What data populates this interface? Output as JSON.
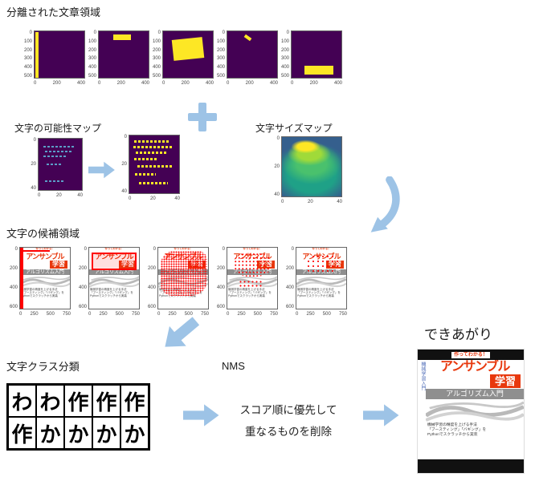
{
  "page": {
    "section_separated": "分離された文章領域",
    "label_prob_map": "文字の可能性マップ",
    "label_size_map": "文字サイズマップ",
    "label_candidates": "文字の候補領域",
    "label_classify": "文字クラス分類",
    "label_nms": "NMS",
    "nms_desc_line1": "スコア順に優先して",
    "nms_desc_line2": "重なるものを削除",
    "label_result": "できあがり",
    "plus_sign": "+"
  },
  "axes": {
    "region_y": [
      "0",
      "100",
      "200",
      "300",
      "400",
      "500"
    ],
    "region_x": [
      "0",
      "200",
      "400"
    ],
    "cand_y": [
      "0",
      "200",
      "400",
      "600"
    ],
    "cand_x": [
      "0",
      "250",
      "500",
      "750"
    ],
    "map_y": [
      "0",
      "20",
      "40"
    ],
    "map_x": [
      "0",
      "20",
      "40"
    ]
  },
  "book": {
    "banner": "作ってわかる！",
    "title_main": "アンサンブル",
    "title_sub": "学習",
    "subtitle": "アルゴリズム入門",
    "desc_line1": "機械学習の精度を上げる手法",
    "desc_line2": "「ブースティング」「バギング」を",
    "desc_line3": "Pythonでスクラッチから実装",
    "side_text": "機械学習入門"
  },
  "classify": {
    "row1": [
      "わ",
      "わ",
      "作",
      "作",
      "作"
    ],
    "row2": [
      "作",
      "か",
      "か",
      "か",
      "か"
    ]
  },
  "colors": {
    "arrow_blue": "#9dc3e6",
    "plot_purple": "#440154",
    "highlight_yellow": "#fde725",
    "book_red": "#e8380d"
  }
}
